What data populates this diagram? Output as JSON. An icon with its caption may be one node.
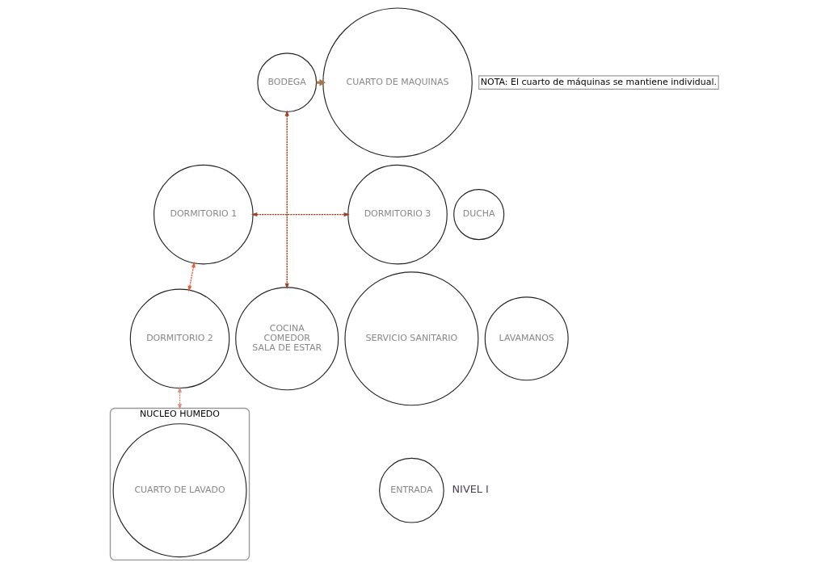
{
  "diagram": {
    "nodes": [
      {
        "text": [
          "CUARTO DE MAQUINAS"
        ]
      },
      {
        "text": [
          "BODEGA"
        ]
      },
      {
        "text": [
          "NOTA: El cuarto de máquinas se mantiene individual."
        ]
      },
      {
        "text": [
          "DORMITORIO 3"
        ]
      },
      {
        "text": [
          "DORMITORIO 1"
        ]
      },
      {
        "text": [
          "NUCLEO HUMEDO"
        ]
      },
      {
        "text": [
          "DUCHA"
        ]
      },
      {
        "text": [
          "SERVICIO SANITARIO"
        ]
      },
      {
        "text": [
          "LAVAMANOS"
        ]
      },
      {
        "text": [
          "CUARTO DE LAVADO"
        ],
        "in": 5
      },
      {
        "text": [
          "DORMITORIO 2"
        ]
      },
      {
        "text": [
          "COCINA",
          "COMEDOR",
          "SALA DE ESTAR"
        ]
      },
      {
        "text": [
          "ENTRADA"
        ]
      }
    ],
    "edges": [
      {
        "from": 1,
        "to": 0,
        "arrow": "to",
        "style": "thick",
        "color": "#a07850"
      },
      {
        "from": 1,
        "to": 11,
        "arrow": "both",
        "style": "dashed",
        "color": "#9c4221"
      },
      {
        "from": 4,
        "to": 3,
        "arrow": "both",
        "style": "dashed",
        "color": "#9c4221"
      },
      {
        "from": 4,
        "to": 10,
        "arrow": "both",
        "style": "dashed",
        "color": "#e0643c"
      },
      {
        "from": 10,
        "to": 5,
        "arrow": "both",
        "style": "dashed",
        "color": "#d99080"
      }
    ],
    "labels": [
      "NIVEL I"
    ]
  }
}
